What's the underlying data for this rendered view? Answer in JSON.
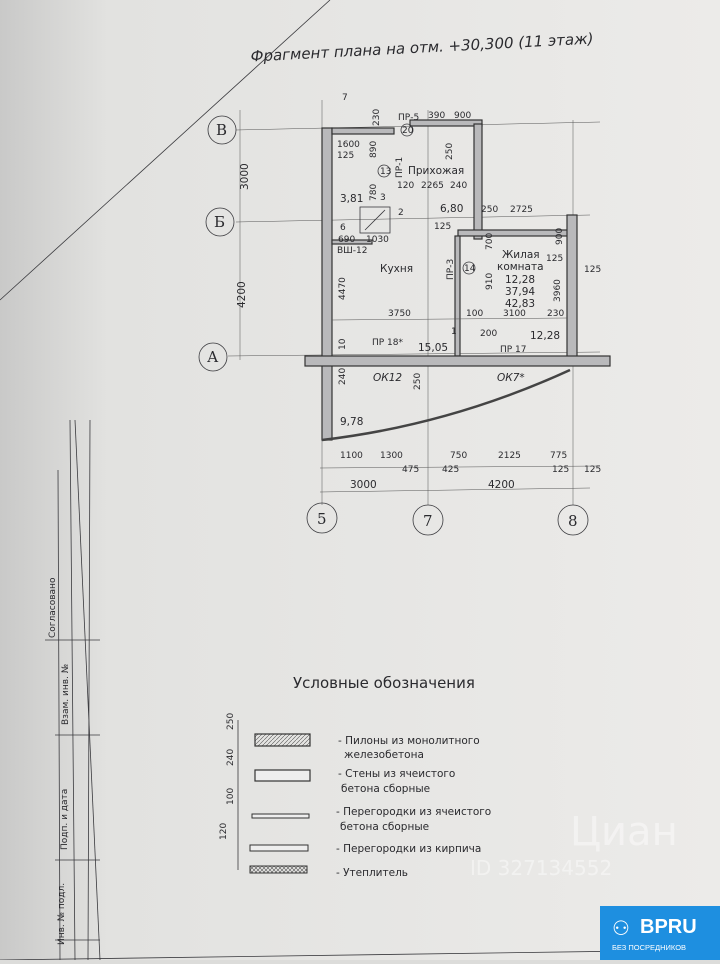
{
  "title": "Фрагмент плана на отм. +30,300 (11 этаж)",
  "axes": {
    "rows": [
      "В",
      "Б",
      "А"
    ],
    "cols": [
      "5",
      "7",
      "8"
    ]
  },
  "left_dims": [
    "3000",
    "4200"
  ],
  "bottom_dims": {
    "chain": [
      "1100",
      "1300",
      "475",
      "425",
      "750",
      "2125",
      "775",
      "125",
      "125"
    ],
    "overall": [
      "3000",
      "4200"
    ]
  },
  "rooms": {
    "hall": {
      "name": "Прихожая",
      "num": "13",
      "area": "6,80"
    },
    "kitchen": {
      "name": "Кухня",
      "area": "15,05"
    },
    "living": {
      "name": "Жилая комната",
      "name1": "Жилая",
      "name2": "комната",
      "num": "14",
      "area": "12,28",
      "living_total": "37,94",
      "total": "42,83"
    },
    "balcony_area": "9,78",
    "storage_area": "3,81",
    "area_1228b": "12,28"
  },
  "marks": {
    "pr5": "ПР-5",
    "pr1": "ПР-1",
    "pr3": "ПР-3",
    "pr18": "ПР 18*",
    "pr17": "ПР 17",
    "ok12": "ОК12",
    "ok7": "ОК7*",
    "vsh": "ВШ-12",
    "n20": "20",
    "n7": "7",
    "n1": "1",
    "n2": "2",
    "n3": "3",
    "n6": "6"
  },
  "inner_dims": [
    "230",
    "390",
    "900",
    "1600",
    "125",
    "890",
    "250",
    "780",
    "120",
    "2265",
    "240",
    "125",
    "250",
    "2725",
    "690",
    "1030",
    "700",
    "910",
    "900",
    "125",
    "125",
    "4470",
    "3960",
    "3750",
    "100",
    "3100",
    "230",
    "200",
    "10",
    "240",
    "250"
  ],
  "legend": {
    "title": "Условные обозначения",
    "items": [
      {
        "line1": "- Пилоны из монолитного",
        "line2": "железобетона",
        "dim": "250"
      },
      {
        "line1": "- Стены из ячеистого",
        "line2": "бетона сборные",
        "dim": "240"
      },
      {
        "line1": "- Перегородки из ячеистого",
        "line2": "бетона сборные",
        "dim": "100"
      },
      {
        "line1": "- Перегородки из кирпича",
        "line2": "",
        "dim": "120"
      },
      {
        "line1": "- Утеплитель",
        "line2": ""
      }
    ]
  },
  "stamp": [
    "Согласовано",
    "Взам. инв. №",
    "Подп. и дата",
    "Инв. № подл."
  ],
  "watermark": {
    "brand": "Циан",
    "id": "ID 327134552"
  },
  "badge": {
    "name": "BPRU",
    "sub": "БЕЗ ПОСРЕДНИКОВ",
    "color": "#1e8fe0"
  }
}
